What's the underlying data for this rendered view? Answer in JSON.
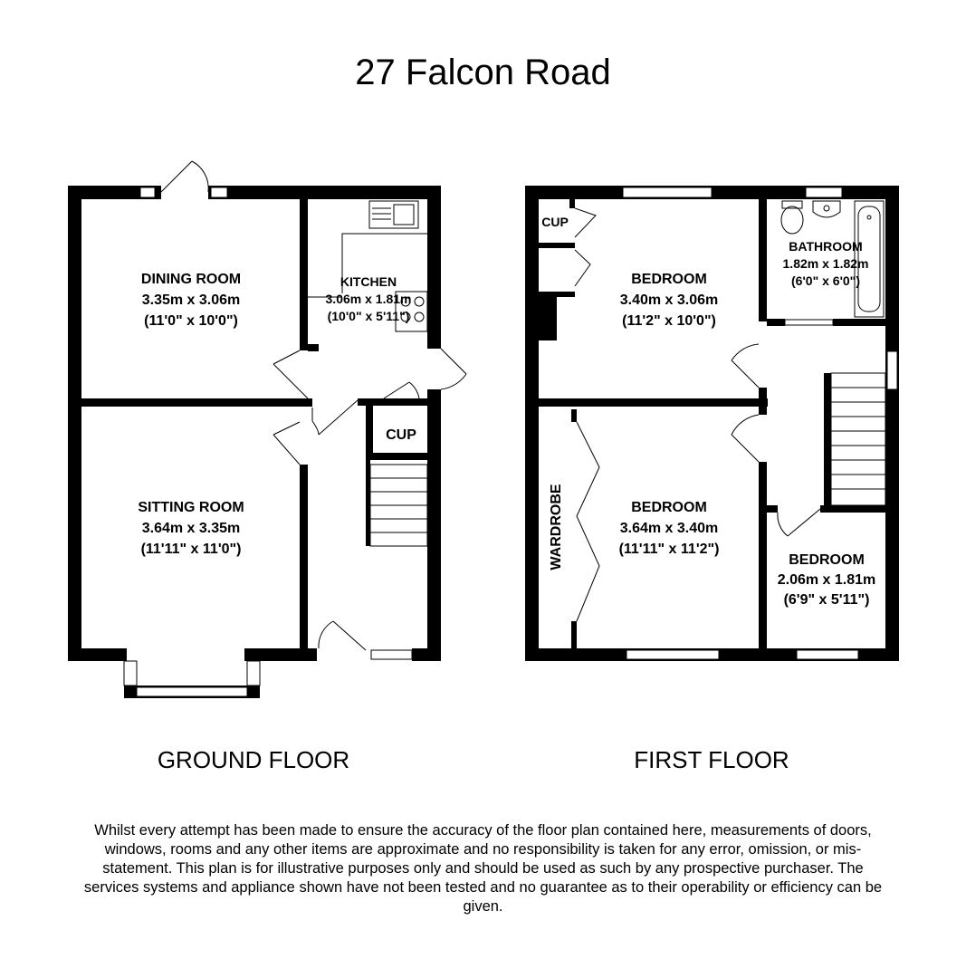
{
  "title": "27 Falcon Road",
  "floors": {
    "ground": "GROUND FLOOR",
    "first": "FIRST FLOOR"
  },
  "rooms": {
    "dining": {
      "name": "DINING ROOM",
      "metric": "3.35m x 3.06m",
      "imperial": "(11'0\" x 10'0\")"
    },
    "kitchen": {
      "name": "KITCHEN",
      "metric": "3.06m x 1.81m",
      "imperial": "(10'0\" x 5'11\")"
    },
    "sitting": {
      "name": "SITTING ROOM",
      "metric": "3.64m x 3.35m",
      "imperial": "(11'11\" x 11'0\")"
    },
    "ground_cup": {
      "name": "CUP"
    },
    "first_cup": {
      "name": "CUP"
    },
    "bedroom1": {
      "name": "BEDROOM",
      "metric": "3.40m x 3.06m",
      "imperial": "(11'2\" x 10'0\")"
    },
    "bathroom": {
      "name": "BATHROOM",
      "metric": "1.82m x 1.82m",
      "imperial": "(6'0\" x 6'0\")"
    },
    "bedroom2": {
      "name": "BEDROOM",
      "metric": "3.64m x 3.40m",
      "imperial": "(11'11\" x 11'2\")"
    },
    "wardrobe": {
      "name": "WARDROBE"
    },
    "bedroom3": {
      "name": "BEDROOM",
      "metric": "2.06m x 1.81m",
      "imperial": "(6'9\" x 5'11\")"
    }
  },
  "disclaimer": "Whilst every attempt has been made to ensure the accuracy of the floor plan contained here, measurements of doors, windows, rooms and any other items are approximate and no responsibility is taken for any error, omission, or mis-statement. This plan is for illustrative purposes only and should be used as such by any prospective purchaser. The services systems and appliance shown have not been tested and no guarantee as to their operability or efficiency can be given."
}
